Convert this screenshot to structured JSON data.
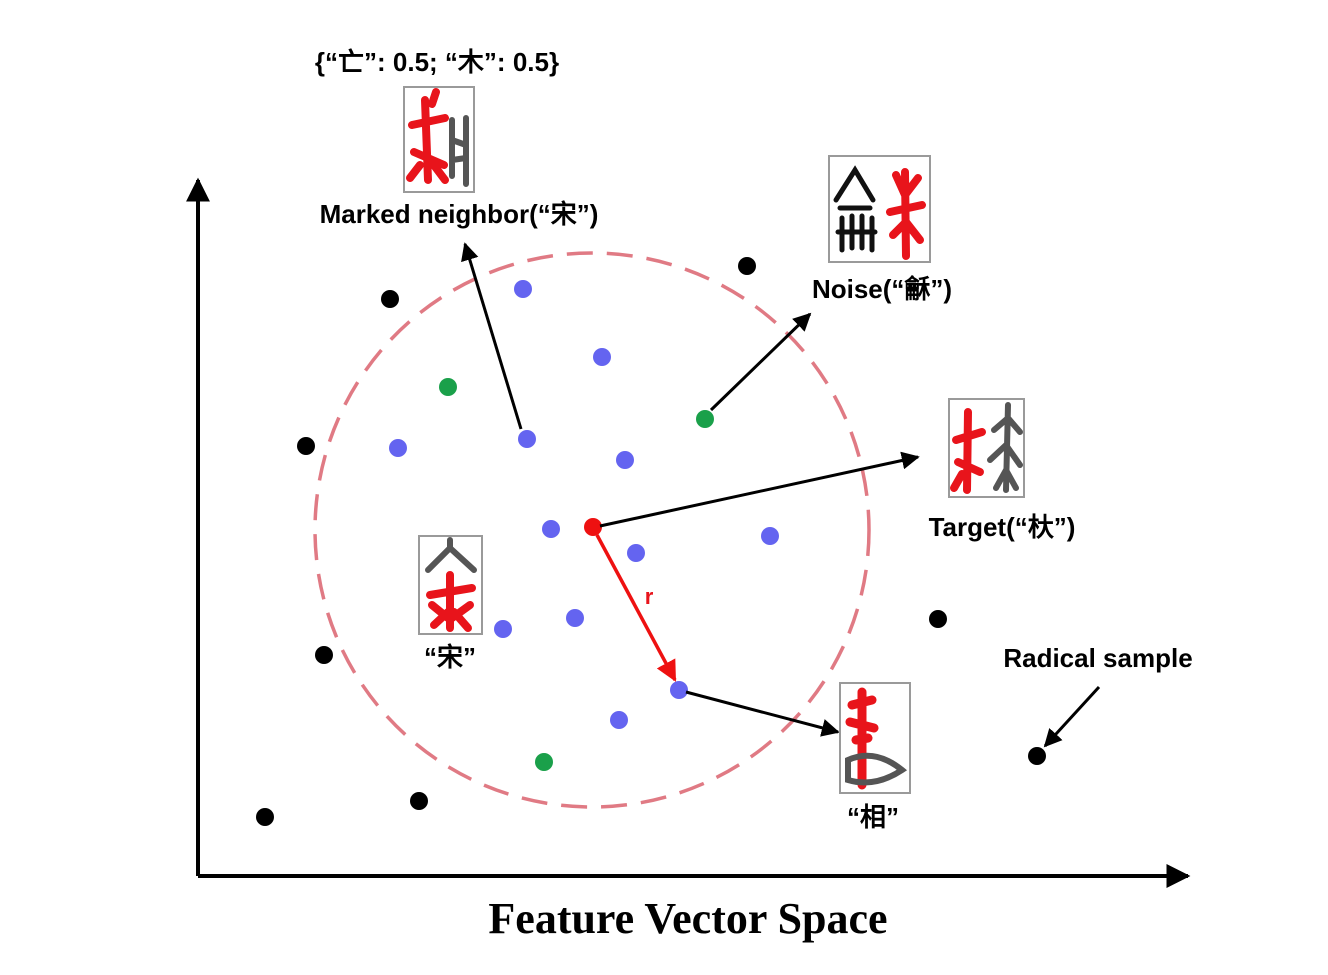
{
  "title": "Feature Vector Space",
  "labels": {
    "distribution": "{“亡”: 0.5; “木”: 0.5}",
    "marked_neighbor": "Marked neighbor(“宋”)",
    "noise": "Noise(“龢”)",
    "target": "Target(“杕”)",
    "song": "“宋”",
    "xiang": "“相”",
    "radical_sample": "Radical sample",
    "radius": "r"
  },
  "colors": {
    "neighbor": "#6464f0",
    "noise": "#1aa04a",
    "radical": "#000000",
    "target": "#ee1111",
    "circle": "#e07a84",
    "radius_arrow": "#ee1111"
  },
  "glyph_icons": {
    "marked_neighbor": "ancient-glyph-image",
    "noise": "ancient-glyph-image",
    "target": "ancient-glyph-image",
    "song": "ancient-glyph-image",
    "xiang": "ancient-glyph-image"
  }
}
